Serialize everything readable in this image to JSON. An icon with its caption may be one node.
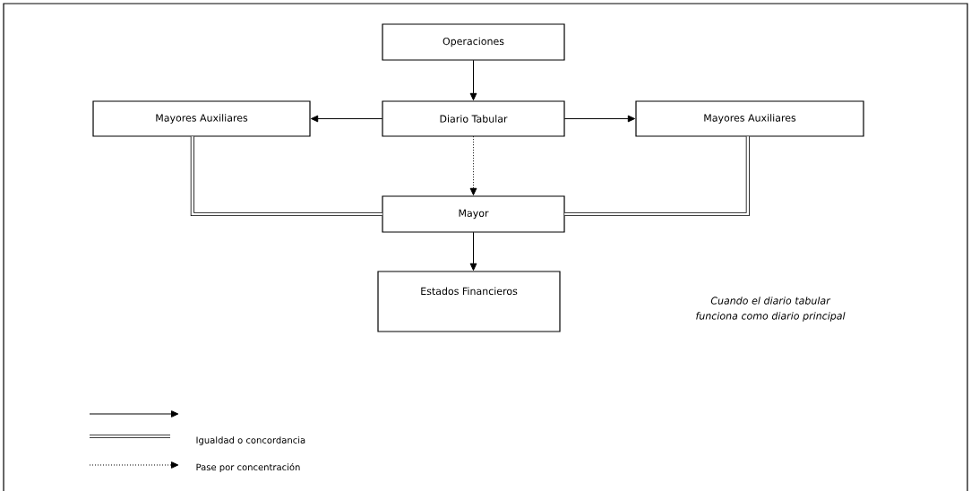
{
  "diagram": {
    "nodes": [
      {
        "text": [
          "Operaciones"
        ]
      },
      {
        "text": [
          "Diario Tabular"
        ]
      },
      {
        "text": [
          "Mayores Auxiliares"
        ]
      },
      {
        "text": [
          "Mayores Auxiliares"
        ]
      },
      {
        "text": [
          "Mayor"
        ]
      },
      {
        "text": [
          "Estados Financieros"
        ]
      }
    ],
    "edges": [
      {
        "from": 0,
        "to": 1,
        "arrow": "to"
      },
      {
        "from": 1,
        "to": 2,
        "arrow": "to"
      },
      {
        "from": 1,
        "to": 3,
        "arrow": "to"
      },
      {
        "from": 1,
        "to": 4,
        "arrow": "to",
        "style": "dashed"
      },
      {
        "from": 2,
        "to": 4,
        "arrow": "none",
        "style": "thick"
      },
      {
        "from": 4,
        "to": 3,
        "arrow": "none",
        "style": "thick"
      },
      {
        "from": 4,
        "to": 5,
        "arrow": "to"
      }
    ],
    "labels": [
      "Cuando el diario tabular funciona como diario principal"
    ],
    "legend": [
      {
        "text": "Igualdad o concordancia"
      },
      {
        "text": "Pase por concentración"
      }
    ]
  }
}
